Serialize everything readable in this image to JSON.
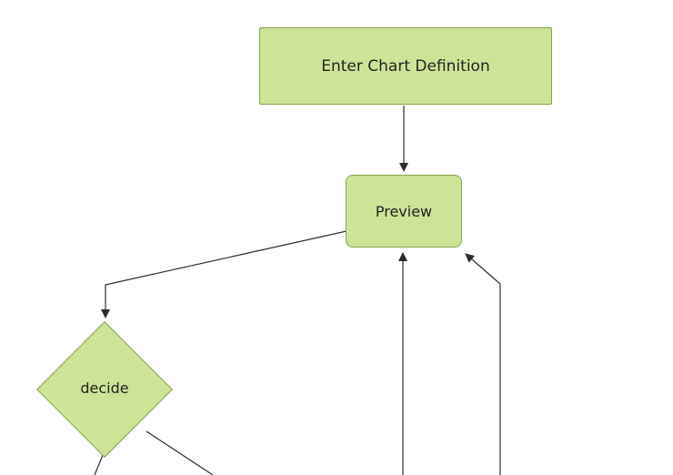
{
  "diagram": {
    "type": "flowchart",
    "background": "#ffffff",
    "node_fill": "#cde498",
    "node_border": "#86a34a",
    "edge_color": "#2b2b2b",
    "text_color": "#222222",
    "nodes": [
      {
        "id": "enter-chart-definition",
        "label": "Enter Chart Definition",
        "shape": "rectangle"
      },
      {
        "id": "preview",
        "label": "Preview",
        "shape": "rounded-rectangle"
      },
      {
        "id": "decide",
        "label": "decide",
        "shape": "diamond"
      }
    ],
    "edges": [
      {
        "from": "enter-chart-definition",
        "to": "preview",
        "arrow": true
      },
      {
        "from": "preview",
        "to": "decide",
        "arrow": true
      },
      {
        "from": "offscreen-bottom-center",
        "to": "preview",
        "arrow": true
      },
      {
        "from": "offscreen-bottom-right",
        "to": "preview",
        "arrow": true
      },
      {
        "from": "decide",
        "to": "offscreen-bottom-left",
        "arrow": false
      },
      {
        "from": "decide",
        "to": "offscreen-bottom-right",
        "arrow": false
      }
    ]
  }
}
